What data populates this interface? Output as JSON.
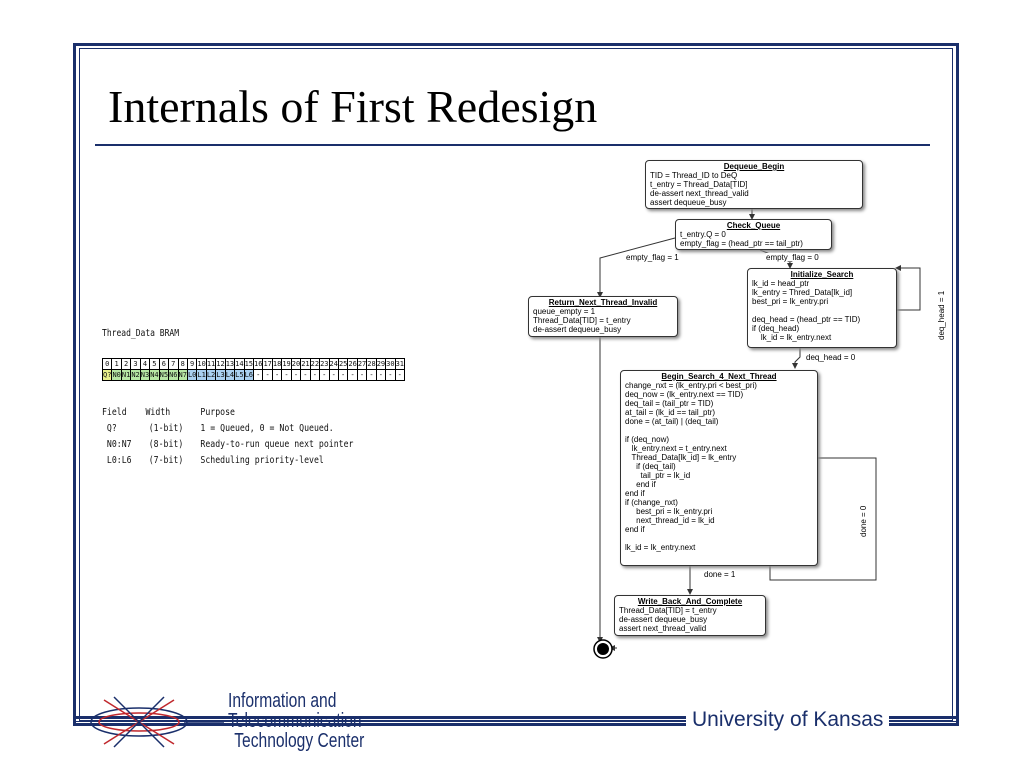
{
  "slide": {
    "title": "Internals of First Redesign",
    "footer_university": "University of Kansas",
    "logo_lines": [
      "Information and",
      "Telecommunication",
      "Technology Center"
    ]
  },
  "bram": {
    "title": "Thread_Data BRAM",
    "bit_numbers": [
      "0",
      "1",
      "2",
      "3",
      "4",
      "5",
      "6",
      "7",
      "8",
      "9",
      "10",
      "11",
      "12",
      "13",
      "14",
      "15",
      "16",
      "17",
      "18",
      "19",
      "20",
      "21",
      "22",
      "23",
      "24",
      "25",
      "26",
      "27",
      "28",
      "29",
      "30",
      "31"
    ],
    "bit_fields": [
      "Q?",
      "N0",
      "N1",
      "N2",
      "N3",
      "N4",
      "N5",
      "N6",
      "N7",
      "L0",
      "L1",
      "L2",
      "L3",
      "L4",
      "L5",
      "L6",
      "-",
      "-",
      "-",
      "-",
      "-",
      "-",
      "-",
      "-",
      "-",
      "-",
      "-",
      "-",
      "-",
      "-",
      "-",
      "-"
    ],
    "header": {
      "field": "Field",
      "width": "Width",
      "purpose": "Purpose"
    },
    "rows": [
      {
        "field": "Q?",
        "width": "(1-bit)",
        "purpose": "1 = Queued, 0 = Not Queued."
      },
      {
        "field": "N0:N7",
        "width": "(8-bit)",
        "purpose": "Ready-to-run queue next pointer"
      },
      {
        "field": "L0:L6",
        "width": "(7-bit)",
        "purpose": "Scheduling priority-level"
      }
    ]
  },
  "flow": {
    "dequeue_begin": {
      "title": "Dequeue_Begin",
      "lines": [
        "TID = Thread_ID to DeQ",
        "t_entry = Thread_Data[TID]",
        "de-assert next_thread_valid",
        "assert dequeue_busy"
      ]
    },
    "check_queue": {
      "title": "Check_Queue",
      "lines": [
        "t_entry.Q = 0",
        "empty_flag = (head_ptr == tail_ptr)"
      ]
    },
    "return_invalid": {
      "title": "Return_Next_Thread_Invalid",
      "lines": [
        "queue_empty = 1",
        "Thread_Data[TID] = t_entry",
        "de-assert dequeue_busy"
      ]
    },
    "initialize_search": {
      "title": "Initialize_Search",
      "lines": [
        "lk_id = head_ptr",
        "lk_entry = Thred_Data[lk_id]",
        "best_pri = lk_entry.pri",
        "",
        "deq_head = (head_ptr == TID)",
        "if (deq_head)",
        "    lk_id = lk_entry.next"
      ]
    },
    "begin_search": {
      "title": "Begin_Search_4_Next_Thread",
      "lines": [
        "change_nxt = (lk_entry.pri < best_pri)",
        "deq_now = (lk_entry.next == TID)",
        "deq_tail = (tail_ptr = TID)",
        "at_tail = (lk_id == tail_ptr)",
        "done = (at_tail) | (deq_tail)",
        "",
        "if (deq_now)",
        "   lk_entry.next = t_entry.next",
        "   Thread_Data[lk_id] = lk_entry",
        "     if (deq_tail)",
        "       tail_ptr = lk_id",
        "     end if",
        "end if",
        "if (change_nxt)",
        "     best_pri = lk_entry.pri",
        "     next_thread_id = lk_id",
        "end if",
        "",
        "lk_id = lk_entry.next"
      ]
    },
    "write_back": {
      "title": "Write_Back_And_Complete",
      "lines": [
        "Thread_Data[TID] = t_entry",
        "de-assert dequeue_busy",
        "assert next_thread_valid"
      ]
    },
    "labels": {
      "empty_flag_1": "empty_flag = 1",
      "empty_flag_0": "empty_flag = 0",
      "deq_head_0": "deq_head = 0",
      "deq_head_1": "deq_head = 1",
      "done_0": "done = 0",
      "done_1": "done = 1"
    }
  }
}
